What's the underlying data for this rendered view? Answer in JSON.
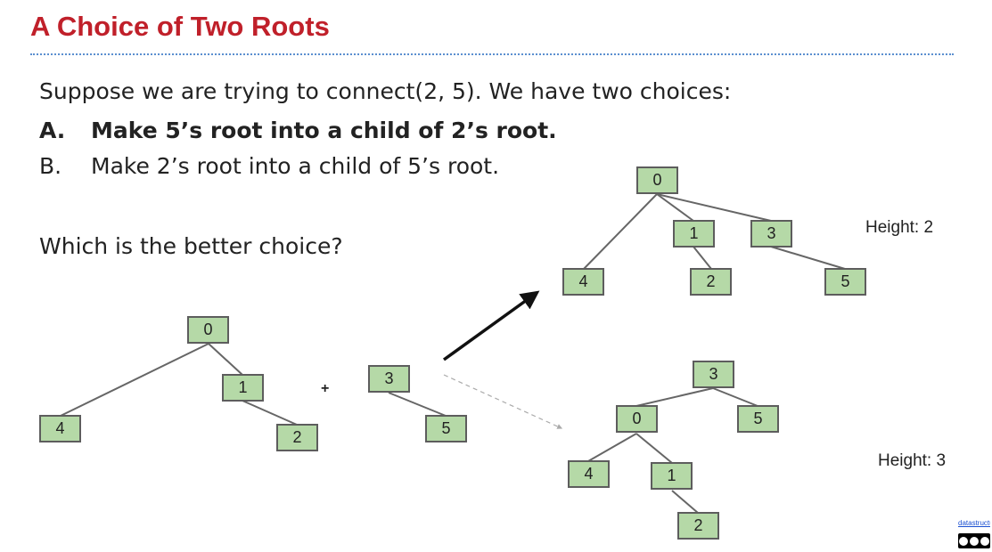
{
  "slide": {
    "title": "A Choice of Two Roots",
    "intro": "Suppose we are trying to connect(2, 5). We have two choices:",
    "choices": [
      {
        "letter": "A.",
        "text": "Make 5’s root into a child of 2’s root."
      },
      {
        "letter": "B.",
        "text": "Make 2’s root into a child of 5’s root."
      }
    ],
    "question": "Which is the better choice?",
    "plus": "+",
    "heights": {
      "top": "Height: 2",
      "bottom": "Height: 3"
    },
    "license_text": "datastructu"
  },
  "trees": {
    "left_tree": [
      "0",
      "1",
      "4",
      "2"
    ],
    "small_tree": [
      "3",
      "5"
    ],
    "result_a": [
      "0",
      "1",
      "3",
      "4",
      "2",
      "5"
    ],
    "result_b": [
      "3",
      "0",
      "5",
      "4",
      "1",
      "2"
    ]
  },
  "colors": {
    "title": "#c0202a",
    "node_fill": "#b5d9a7",
    "node_border": "#5d5d5d",
    "divider": "#5b8fd0"
  }
}
